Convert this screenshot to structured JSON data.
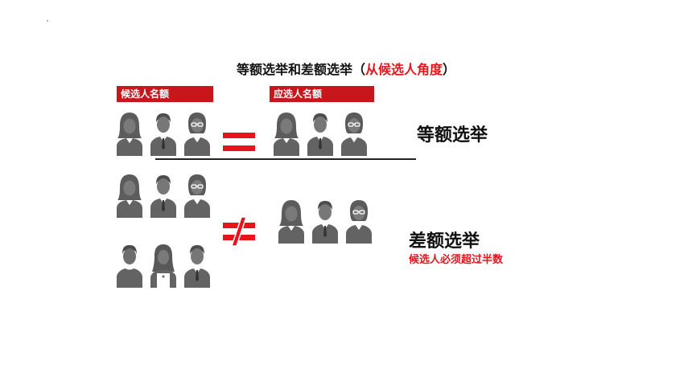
{
  "title": {
    "main": "等额选举和差额选举",
    "open_paren": "（",
    "highlight": "从候选人角度",
    "close_paren": "）"
  },
  "labels": {
    "candidates": "候选人名额",
    "seats": "应选人名额"
  },
  "equal_election": {
    "label": "等额选举",
    "operator": "equals-sign",
    "candidate_count": 3,
    "seat_count": 3
  },
  "differential_election": {
    "label": "差额选举",
    "note": "候选人必须超过半数",
    "operator": "not-equal-sign",
    "candidate_count": 6,
    "seat_count": 3
  },
  "colors": {
    "accent_red": "#e8141c",
    "label_bg": "#c8161d",
    "icon_gray": "#636363"
  },
  "icons": [
    "woman-icon",
    "man-icon",
    "woman-glasses-icon",
    "equals-sign-icon",
    "not-equal-sign-icon"
  ]
}
